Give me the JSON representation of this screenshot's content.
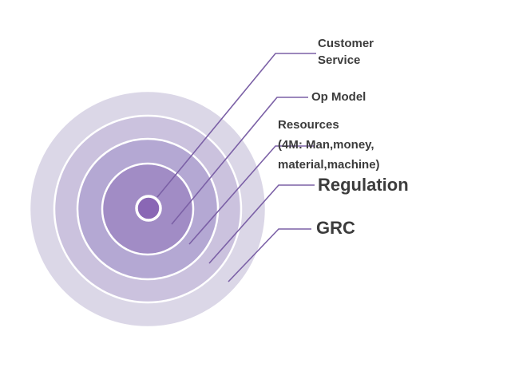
{
  "slide": {
    "background": "#ffffff"
  },
  "diagram": {
    "type": "onion-concentric-rings",
    "line_color": "#7b60a6",
    "text_color": "#3c3c3c",
    "rings": [
      {
        "label": "GRC",
        "color": "#dbd7e7"
      },
      {
        "label": "Regulation",
        "color": "#cbc2de"
      },
      {
        "label": "Resources (4M: Man,money, material,machine)",
        "color": "#b4a8d3"
      },
      {
        "label": "Op Model",
        "color": "#a18cc5"
      },
      {
        "label": "Customer Service",
        "color": "#8a67b5"
      }
    ],
    "labels": {
      "customer_service": "Customer\nService",
      "op_model": "Op Model",
      "resources": "Resources\n(4M: Man,money,\nmaterial,machine)",
      "regulation": "Regulation",
      "grc": "GRC"
    }
  }
}
